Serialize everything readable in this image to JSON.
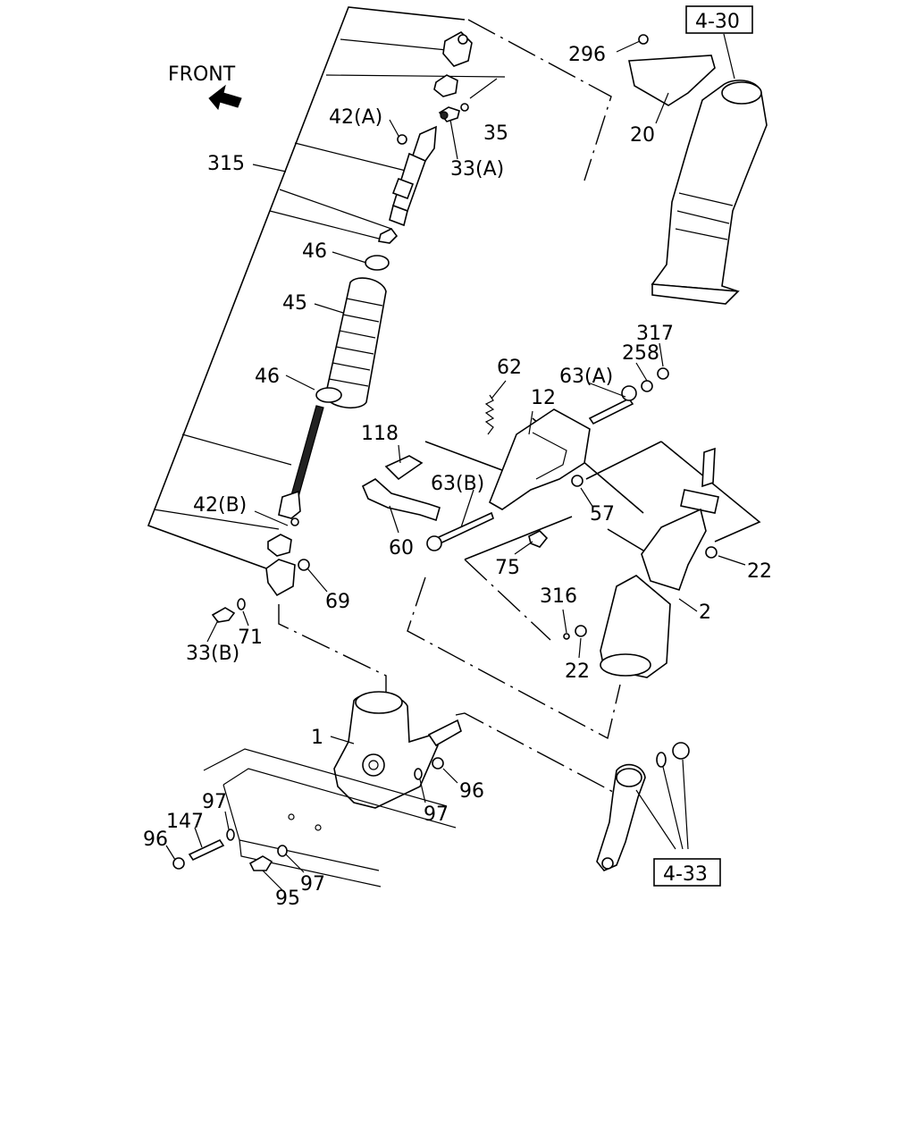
{
  "front_label": "FRONT",
  "references": [
    "4-30",
    "4-33"
  ],
  "callouts": {
    "c296": "296",
    "c20": "20",
    "c35": "35",
    "c33a": "33(A)",
    "c42a": "42(A)",
    "c315": "315",
    "c46a": "46",
    "c45": "45",
    "c46b": "46",
    "c42b": "42(B)",
    "c69": "69",
    "c71": "71",
    "c33b": "33(B)",
    "c62": "62",
    "c12": "12",
    "c63a": "63(A)",
    "c258": "258",
    "c317": "317",
    "c118": "118",
    "c63b": "63(B)",
    "c57": "57",
    "c60": "60",
    "c75": "75",
    "c22a": "22",
    "c316": "316",
    "c2": "2",
    "c22b": "22",
    "c1": "1",
    "c96a": "96",
    "c97a": "97",
    "c97b": "97",
    "c147": "147",
    "c96b": "96",
    "c97c": "97",
    "c95": "95"
  }
}
